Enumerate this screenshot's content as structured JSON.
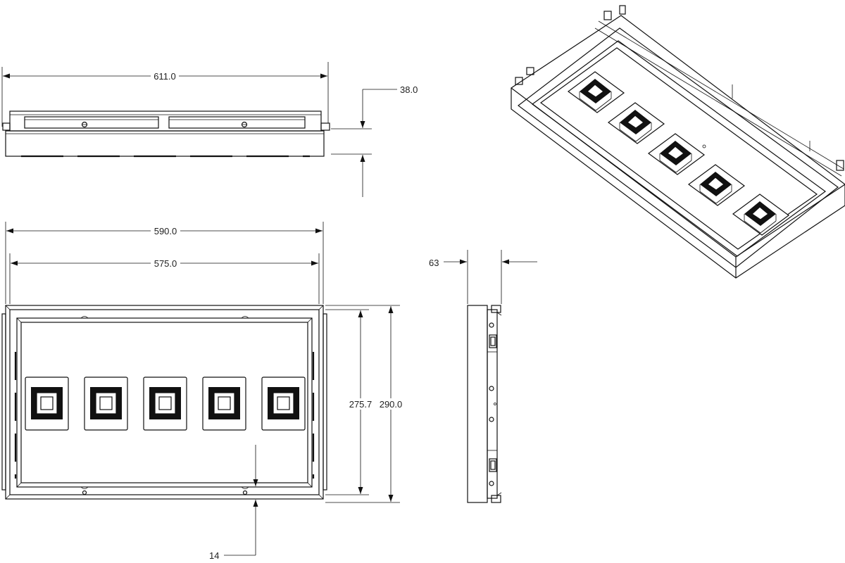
{
  "dimensions": {
    "overall_length": "611.0",
    "height": "38.0",
    "outer_width": "590.0",
    "inner_width": "575.0",
    "inner_height": "275.7",
    "outer_height": "290.0",
    "bottom_offset": "14",
    "depth": "63"
  },
  "colors": {
    "line": "#111111",
    "background": "#ffffff"
  },
  "views": [
    "front-elevation",
    "plan-view",
    "side-elevation",
    "isometric-view"
  ],
  "lens_count": 5
}
